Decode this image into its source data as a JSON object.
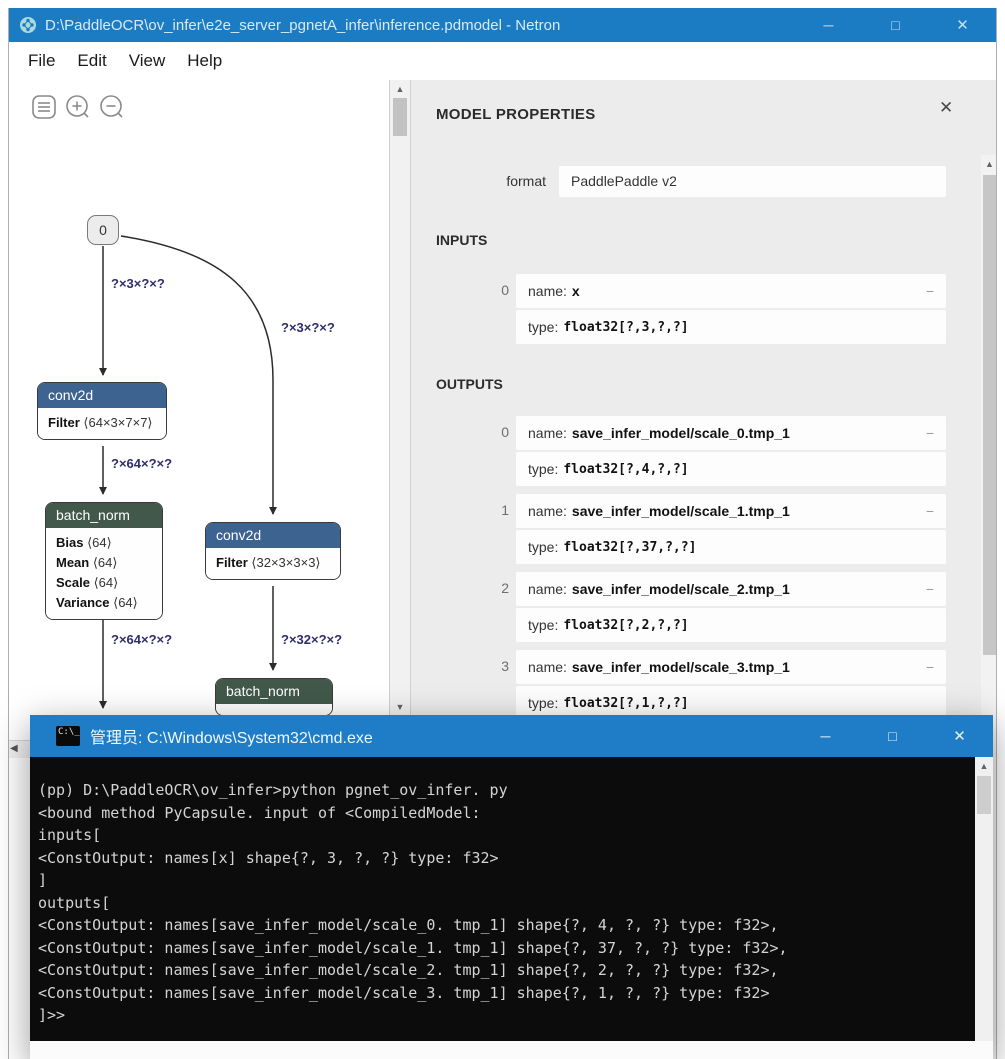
{
  "window_controls": {
    "minimize": "─",
    "maximize": "□",
    "close": "✕"
  },
  "netron": {
    "title": "D:\\PaddleOCR\\ov_infer\\e2e_server_pgnetA_infer\\inference.pdmodel - Netron",
    "menu": [
      {
        "label": "File"
      },
      {
        "label": "Edit"
      },
      {
        "label": "View"
      },
      {
        "label": "Help"
      }
    ]
  },
  "graph": {
    "input_node_label": "0",
    "nodes": [
      {
        "title": "conv2d",
        "attrs": [
          {
            "label": "Filter",
            "value": "⟨64×3×7×7⟩"
          }
        ]
      },
      {
        "title": "batch_norm",
        "attrs": [
          {
            "label": "Bias",
            "value": "⟨64⟩"
          },
          {
            "label": "Mean",
            "value": "⟨64⟩"
          },
          {
            "label": "Scale",
            "value": "⟨64⟩"
          },
          {
            "label": "Variance",
            "value": "⟨64⟩"
          }
        ]
      },
      {
        "title": "conv2d",
        "attrs": [
          {
            "label": "Filter",
            "value": "⟨32×3×3×3⟩"
          }
        ]
      },
      {
        "title": "batch_norm",
        "attrs": []
      }
    ],
    "edge_labels": [
      "?×3×?×?",
      "?×3×?×?",
      "?×64×?×?",
      "?×64×?×?",
      "?×32×?×?"
    ]
  },
  "properties": {
    "title": "MODEL PROPERTIES",
    "close_glyph": "✕",
    "format_label": "format",
    "format_value": "PaddlePaddle v2",
    "inputs_label": "INPUTS",
    "outputs_label": "OUTPUTS",
    "name_label": "name:",
    "type_label": "type:",
    "collapse_glyph": "−",
    "inputs": [
      {
        "index": "0",
        "name": "x",
        "type": "float32[?,3,?,?]"
      }
    ],
    "outputs": [
      {
        "index": "0",
        "name": "save_infer_model/scale_0.tmp_1",
        "type": "float32[?,4,?,?]"
      },
      {
        "index": "1",
        "name": "save_infer_model/scale_1.tmp_1",
        "type": "float32[?,37,?,?]"
      },
      {
        "index": "2",
        "name": "save_infer_model/scale_2.tmp_1",
        "type": "float32[?,2,?,?]"
      },
      {
        "index": "3",
        "name": "save_infer_model/scale_3.tmp_1",
        "type": "float32[?,1,?,?]"
      }
    ]
  },
  "cmd": {
    "title": "管理员: C:\\Windows\\System32\\cmd.exe",
    "icon_text": "C:\\_",
    "lines": [
      "(pp) D:\\PaddleOCR\\ov_infer>python pgnet_ov_infer. py",
      "<bound method PyCapsule. input of <CompiledModel:",
      "inputs[",
      "<ConstOutput: names[x] shape{?, 3, ?, ?} type: f32>",
      "]",
      "outputs[",
      "<ConstOutput: names[save_infer_model/scale_0. tmp_1] shape{?, 4, ?, ?} type: f32>,",
      "<ConstOutput: names[save_infer_model/scale_1. tmp_1] shape{?, 37, ?, ?} type: f32>,",
      "<ConstOutput: names[save_infer_model/scale_2. tmp_1] shape{?, 2, ?, ?} type: f32>,",
      "<ConstOutput: names[save_infer_model/scale_3. tmp_1] shape{?, 1, ?, ?} type: f32>",
      "]>>"
    ]
  }
}
